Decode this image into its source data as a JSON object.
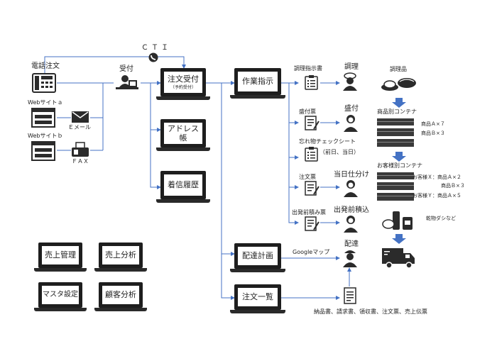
{
  "labels": {
    "phone": "電話注文",
    "cti": "ＣＴＩ",
    "reception": "受付",
    "web_a": "Webサイトａ",
    "web_b": "Webサイトｂ",
    "email": "Ｅメール",
    "fax": "ＦＡＸ",
    "recipe_sheet": "調理指示書",
    "cooking": "調理",
    "cooked_goods": "調理品",
    "plating_slip": "盛付票",
    "plating": "盛付",
    "product_container": "商品別コンテナ",
    "product_a": "商品Ａ×７",
    "product_b": "商品Ｂ×３",
    "checklist_line1": "忘れ物チェックシート",
    "checklist_line2": "（前日、当日）",
    "order_slip": "注文票",
    "same_day_sort": "当日仕分け",
    "customer_container": "お客様別コンテナ",
    "cust_x": "お客様Ｘ：商品Ａ×２",
    "cust_b": "商品Ｂ×３",
    "cust_y": "お客様Ｙ：商品Ａ×５",
    "dispatch_slip": "出発前積み票",
    "pre_loading": "出発前積込",
    "dry_goods": "乾物ダシなど",
    "google_map": "Googleマップ",
    "delivery": "配達",
    "documents": "納品書、請求書、領収書、注文票、売上伝票"
  },
  "screens": {
    "order_reception": "注文受付",
    "order_reception_sub": "（予約受付）",
    "address_book": "アドレス帳",
    "call_history": "着信履歴",
    "work_instruction": "作業指示",
    "delivery_plan": "配達計画",
    "order_list": "注文一覧",
    "sales_management": "売上管理",
    "sales_analysis": "売上分析",
    "master_settings": "マスタ設定",
    "customer_analysis": "顧客分析"
  },
  "colors": {
    "line": "#4472c4",
    "arrow_fill": "#4472c4",
    "dark": "#2b2b2b",
    "container": "#3a3a3a"
  }
}
